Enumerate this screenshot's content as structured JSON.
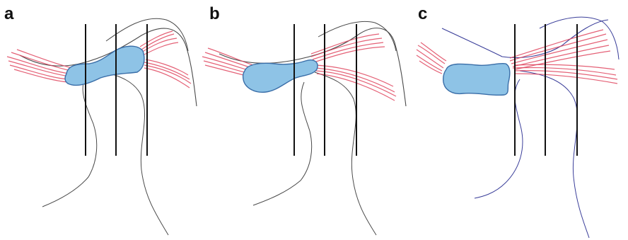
{
  "panels": [
    {
      "label": "a"
    },
    {
      "label": "b"
    },
    {
      "label": "c"
    }
  ],
  "colors": {
    "tissue_red": "#e0465f",
    "blue_fill": "#8ec3e6",
    "blue_edge": "#3a6ea8",
    "outline_gray": "#4a4a4a",
    "outline_blue": "#3b3f9a",
    "marker_line": "#111111"
  }
}
